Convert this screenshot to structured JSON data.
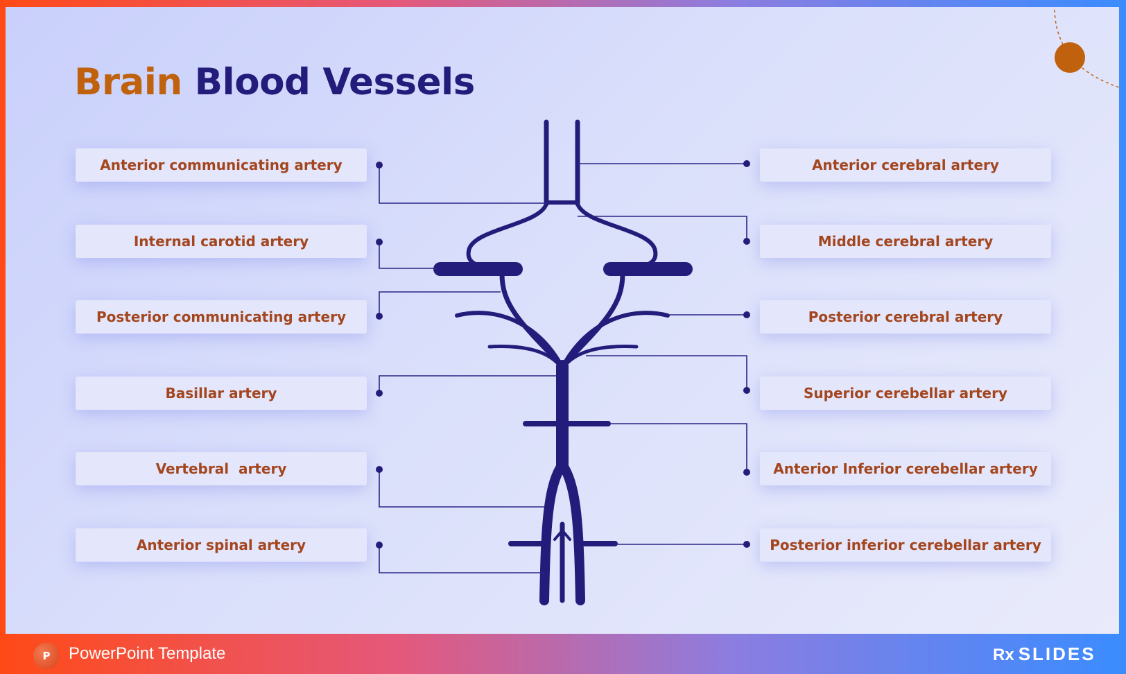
{
  "title": {
    "part1": "Brain",
    "part2": "Blood Vessels"
  },
  "left_labels": [
    "Anterior communicating artery",
    "Internal carotid artery",
    "Posterior communicating artery",
    "Basillar artery",
    "Vertebral  artery",
    "Anterior spinal artery"
  ],
  "right_labels": [
    "Anterior cerebral artery",
    "Middle cerebral artery",
    "Posterior cerebral artery",
    "Superior cerebellar artery",
    "Anterior Inferior cerebellar artery",
    "Posterior inferior cerebellar artery"
  ],
  "footer": {
    "icon_text": "P",
    "text": "PowerPoint Template",
    "brand_rx": "Rx",
    "brand_name": "SLIDES"
  },
  "colors": {
    "accent": "#c0610d",
    "primary": "#241c7a",
    "label_text": "#a3461e",
    "connector": "#2a2586"
  }
}
